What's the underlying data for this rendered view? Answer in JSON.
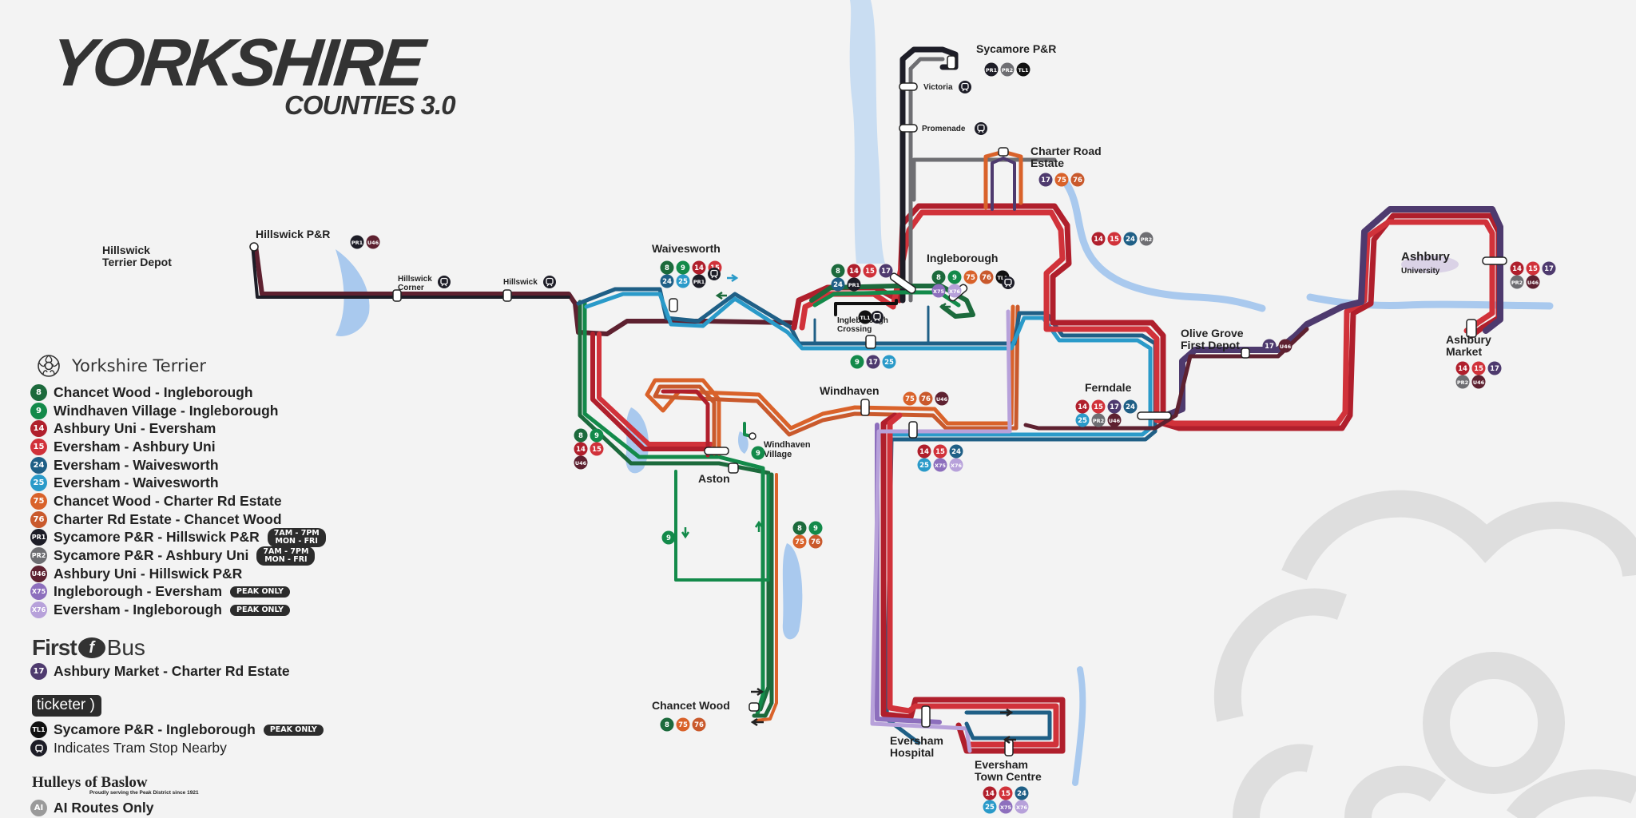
{
  "title": {
    "main": "YORKSHIRE",
    "sub": "COUNTIES 3.0"
  },
  "colors": {
    "r8": "#1c6a3c",
    "r9": "#138a4a",
    "r14": "#b01f2c",
    "r15": "#d1323a",
    "r24": "#1f5f86",
    "r25": "#2a9ac9",
    "r75": "#d9622a",
    "r76": "#c9592c",
    "rPR1": "#1d1d27",
    "rPR2": "#6e6e72",
    "rU46": "#5e2130",
    "rX75": "#8d6fbd",
    "rX76": "#b7a1da",
    "r17": "#4e3a6e",
    "rTL1": "#111111",
    "rAI": "#9a9a9a",
    "water": "#a9c9ee",
    "land": "#f3f3f3"
  },
  "legend": {
    "yorkshire_terrier": "Yorkshire Terrier",
    "routes": [
      {
        "code": "8",
        "color": "#1c6a3c",
        "label": "Chancet Wood - Ingleborough"
      },
      {
        "code": "9",
        "color": "#138a4a",
        "label": "Windhaven Village - Ingleborough"
      },
      {
        "code": "14",
        "color": "#b01f2c",
        "label": "Ashbury Uni - Eversham"
      },
      {
        "code": "15",
        "color": "#d1323a",
        "label": "Eversham - Ashbury Uni"
      },
      {
        "code": "24",
        "color": "#1f5f86",
        "label": "Eversham - Waivesworth"
      },
      {
        "code": "25",
        "color": "#2a9ac9",
        "label": "Eversham - Waivesworth"
      },
      {
        "code": "75",
        "color": "#d9622a",
        "label": "Chancet Wood - Charter Rd Estate"
      },
      {
        "code": "76",
        "color": "#c9592c",
        "label": "Charter Rd Estate - Chancet Wood"
      },
      {
        "code": "PR1",
        "color": "#1d1d27",
        "label": "Sycamore P&R - Hillswick P&R",
        "pill": [
          "7AM - 7PM",
          "MON - FRI"
        ]
      },
      {
        "code": "PR2",
        "color": "#6e6e72",
        "label": "Sycamore P&R - Ashbury Uni",
        "pill": [
          "7AM - 7PM",
          "MON - FRI"
        ]
      },
      {
        "code": "U46",
        "color": "#5e2130",
        "label": "Ashbury Uni - Hillswick P&R"
      },
      {
        "code": "X75",
        "color": "#8d6fbd",
        "label": "Ingleborough - Eversham",
        "pill": [
          "PEAK ONLY"
        ]
      },
      {
        "code": "X76",
        "color": "#b7a1da",
        "label": "Eversham - Ingleborough",
        "pill": [
          "PEAK ONLY"
        ]
      }
    ],
    "first_bus": {
      "word1": "First",
      "word2": "Bus"
    },
    "first_routes": [
      {
        "code": "17",
        "color": "#4e3a6e",
        "label": "Ashbury Market - Charter Rd Estate"
      }
    ],
    "ticketer": "ticketer",
    "ticketer_routes": [
      {
        "code": "TL1",
        "color": "#111111",
        "label": "Sycamore P&R - Ingleborough",
        "pill": [
          "PEAK ONLY"
        ]
      }
    ],
    "tram_note": "Indicates Tram Stop Nearby",
    "hulleys": "Hulleys of Baslow",
    "hulleys_sub": "Proudly serving the Peak District since 1921",
    "hulleys_routes": [
      {
        "code": "AI",
        "color": "#9a9a9a",
        "label": "AI Routes Only"
      }
    ]
  },
  "stops": [
    {
      "id": "hillswick-depot",
      "name": [
        "Hillswick",
        "Terrier Depot"
      ],
      "routes": []
    },
    {
      "id": "hillswick-pr",
      "name": [
        "Hillswick P&R"
      ],
      "routes": [
        "PR1",
        "U46"
      ]
    },
    {
      "id": "hillswick-corner",
      "name": [
        "Hillswick",
        "Corner"
      ],
      "routes": [],
      "tram": true
    },
    {
      "id": "hillswick",
      "name": [
        "Hillswick"
      ],
      "routes": [],
      "tram": true
    },
    {
      "id": "waivesworth",
      "name": [
        "Waivesworth"
      ],
      "routes": [
        "8",
        "9",
        "14",
        "15",
        "24",
        "25",
        "PR1"
      ],
      "tram": true
    },
    {
      "id": "sycamore-pr",
      "name": [
        "Sycamore P&R"
      ],
      "routes": [
        "PR1",
        "PR2",
        "TL1"
      ]
    },
    {
      "id": "victoria",
      "name": [
        "Victoria"
      ],
      "routes": [],
      "tram": true
    },
    {
      "id": "promenade",
      "name": [
        "Promenade"
      ],
      "routes": [],
      "tram": true
    },
    {
      "id": "charter-road",
      "name": [
        "Charter Road",
        "Estate"
      ],
      "routes": [
        "17",
        "75",
        "76"
      ]
    },
    {
      "id": "charter-loop",
      "name": [],
      "routes": [
        "14",
        "15",
        "24",
        "PR2"
      ]
    },
    {
      "id": "ingleborough-north",
      "name": [],
      "routes": [
        "8",
        "14",
        "15",
        "17",
        "24",
        "PR1"
      ]
    },
    {
      "id": "ingleborough",
      "name": [
        "Ingleborough"
      ],
      "routes": [
        "8",
        "9",
        "75",
        "76",
        "TL1",
        "X75",
        "X76"
      ],
      "tram": true
    },
    {
      "id": "ingleborough-crossing",
      "name": [
        "Ingleborough",
        "Crossing"
      ],
      "routes": [
        "TL1"
      ],
      "tram": true
    },
    {
      "id": "crossing-south",
      "name": [],
      "routes": [
        "9",
        "17",
        "25"
      ]
    },
    {
      "id": "ashbury-uni",
      "name": [
        "Ashbury",
        "University"
      ],
      "routes": [
        "14",
        "15",
        "17",
        "PR2",
        "U46"
      ]
    },
    {
      "id": "olive-grove",
      "name": [
        "Olive Grove",
        "First Depot"
      ],
      "routes": [
        "17",
        "U46"
      ]
    },
    {
      "id": "ashbury-market",
      "name": [
        "Ashbury",
        "Market"
      ],
      "routes": [
        "14",
        "15",
        "17",
        "PR2",
        "U46"
      ]
    },
    {
      "id": "ferndale",
      "name": [
        "Ferndale"
      ],
      "routes": [
        "14",
        "15",
        "17",
        "24",
        "25",
        "PR2",
        "U46"
      ]
    },
    {
      "id": "windhaven",
      "name": [
        "Windhaven"
      ],
      "routes": [
        "75",
        "76",
        "U46"
      ]
    },
    {
      "id": "windhaven-village",
      "name": [
        "Windhaven",
        "Village"
      ],
      "routes": [
        "9"
      ]
    },
    {
      "id": "west-stop",
      "name": [],
      "routes": [
        "8",
        "9",
        "14",
        "15",
        "U46"
      ]
    },
    {
      "id": "aston",
      "name": [
        "Aston"
      ],
      "routes": []
    },
    {
      "id": "aston-south",
      "name": [],
      "routes": [
        "8",
        "9",
        "75",
        "76"
      ]
    },
    {
      "id": "aston-nine",
      "name": [],
      "routes": [
        "9"
      ]
    },
    {
      "id": "mid-south",
      "name": [],
      "routes": [
        "14",
        "15",
        "24",
        "25",
        "X75",
        "X76"
      ]
    },
    {
      "id": "chancet-wood",
      "name": [
        "Chancet Wood"
      ],
      "routes": [
        "8",
        "75",
        "76"
      ]
    },
    {
      "id": "eversham-hospital",
      "name": [
        "Eversham",
        "Hospital"
      ],
      "routes": []
    },
    {
      "id": "eversham-tc",
      "name": [
        "Eversham",
        "Town Centre"
      ],
      "routes": [
        "14",
        "15",
        "24",
        "25",
        "X75",
        "X76"
      ]
    }
  ]
}
